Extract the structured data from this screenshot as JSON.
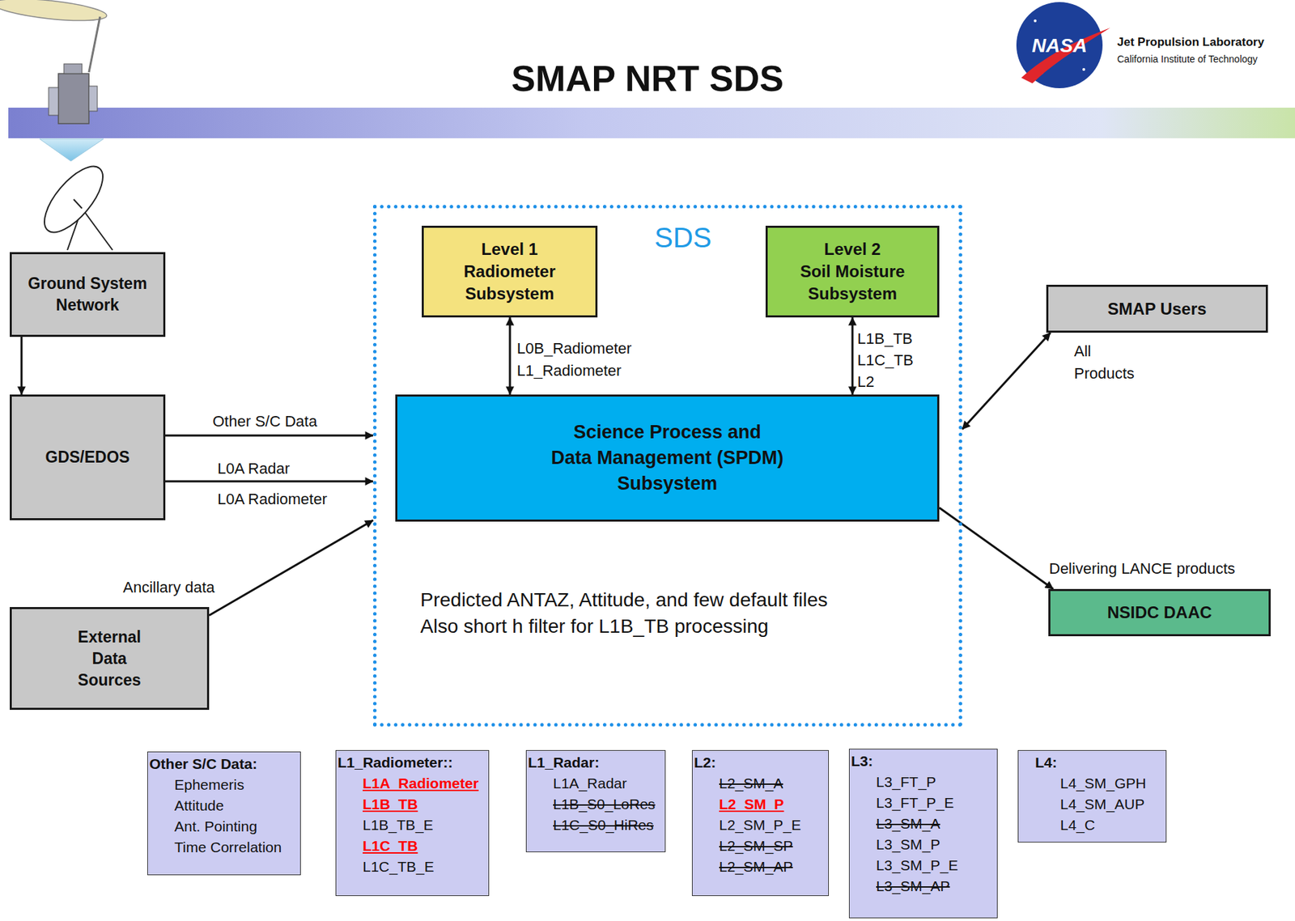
{
  "diagram": {
    "title": "SMAP NRT SDS",
    "nodes": [
      {
        "text": [
          "Ground System Network"
        ]
      },
      {
        "text": [
          "GDS/EDOS"
        ]
      },
      {
        "text": [
          "External Data Sources"
        ]
      },
      {
        "text": [
          "SDS"
        ]
      },
      {
        "text": [
          "Level 1 Radiometer Subsystem"
        ],
        "in": 3
      },
      {
        "text": [
          "Level 2 Soil Moisture Subsystem"
        ],
        "in": 3
      },
      {
        "text": [
          "Science Process and Data Management (SPDM) Subsystem"
        ],
        "in": 3
      },
      {
        "text": [
          "SMAP Users"
        ]
      },
      {
        "text": [
          "NSIDC DAAC"
        ]
      },
      {
        "text": [
          "Other S/C Data:",
          "Ephemeris",
          "Attitude",
          "Ant. Pointing",
          "Time Correlation"
        ]
      },
      {
        "text": [
          "L1_Radiometer::",
          "L1A_Radiometer",
          "L1B_TB",
          "L1B_TB_E",
          "L1C_TB",
          "L1C_TB_E"
        ]
      },
      {
        "text": [
          "L1_Radar:",
          "L1A_Radar",
          "L1B_S0_LoRes",
          "L1C_S0_HiRes"
        ]
      },
      {
        "text": [
          "L2:",
          "L2_SM_A",
          "L2_SM_P",
          "L2_SM_P_E",
          "L2_SM_SP",
          "L2_SM_AP"
        ]
      },
      {
        "text": [
          "L3:",
          "L3_FT_P",
          "L3_FT_P_E",
          "L3_SM_A",
          "L3_SM_P",
          "L3_SM_P_E",
          "L3_SM_AP"
        ]
      },
      {
        "text": [
          "L4:",
          "L4_SM_GPH",
          "L4_SM_AUP",
          "L4_C"
        ]
      }
    ],
    "edges": [
      {
        "from": 0,
        "to": 1,
        "arrow": "to"
      },
      {
        "from": 1,
        "to": 3,
        "label": "Other S/C Data",
        "arrow": "to"
      },
      {
        "from": 1,
        "to": 3,
        "label": "L0A Radar",
        "arrow": "to"
      },
      {
        "from": 2,
        "to": 3,
        "label": "Ancillary data",
        "arrow": "to"
      },
      {
        "from": 4,
        "to": 6,
        "label": "L0A_Radiometer Other S/C Data",
        "arrow": "both"
      },
      {
        "from": 5,
        "to": 6,
        "label": "L1B_TB L1C_TB L2",
        "arrow": "both"
      },
      {
        "from": 7,
        "to": 3,
        "label": "All Products",
        "arrow": "both"
      },
      {
        "from": 6,
        "to": 8,
        "label": "Delivering LANCE products",
        "arrow": "to"
      }
    ],
    "labels": [
      "NASA",
      "Jet Propulsion Laboratory",
      "California Institute of Technology",
      "L0A Radiometer",
      "L0B_Radiometer L1_Radiometer",
      "Predicted ANTAZ, Attitude, and few default files Also short h filter for L1B_TB processing"
    ]
  }
}
